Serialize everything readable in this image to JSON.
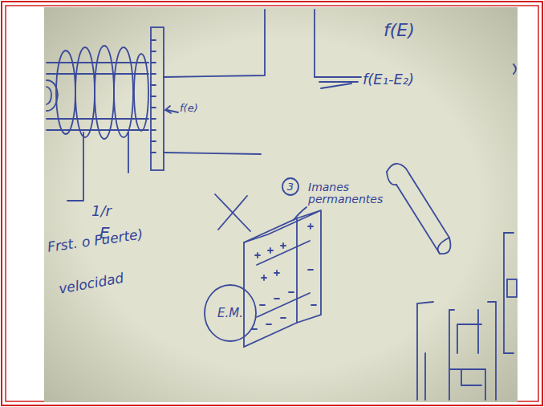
{
  "diagram": {
    "nodes": [
      {
        "text": [
          "3"
        ]
      },
      {
        "text": [
          "E.M."
        ]
      }
    ],
    "labels": [
      "f(E)",
      "f(E₁-E₂)",
      "f(e)",
      "1/r",
      "E",
      "Frst. o Fuerte)",
      "velocidad",
      "Imanes permanentes"
    ]
  }
}
